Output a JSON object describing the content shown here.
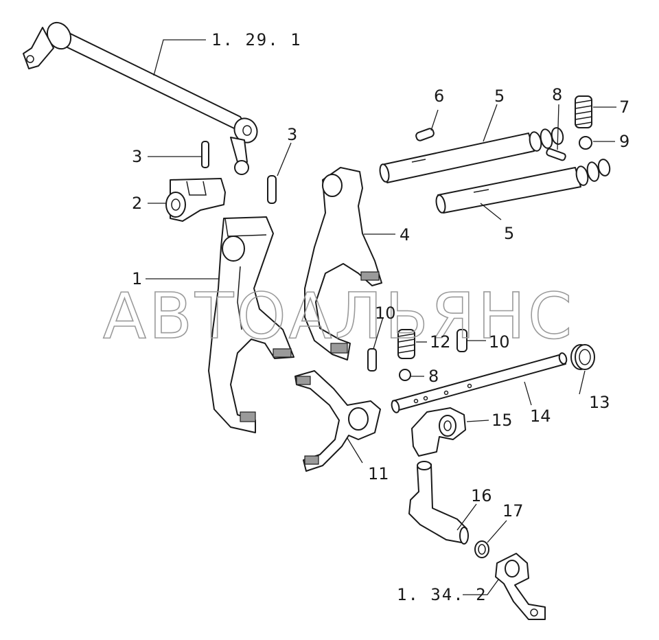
{
  "watermark": "АВТОАЛЬЯНС",
  "callouts": {
    "ref_top": "1. 29. 1",
    "ref_bottom": "1. 34. 2",
    "p1": "1",
    "p2": "2",
    "p3a": "3",
    "p3b": "3",
    "p4": "4",
    "p5a": "5",
    "p5b": "5",
    "p6": "6",
    "p7": "7",
    "p8a": "8",
    "p8b": "8",
    "p9": "9",
    "p10a": "10",
    "p10b": "10",
    "p11": "11",
    "p12": "12",
    "p13": "13",
    "p14": "14",
    "p15": "15",
    "p16": "16",
    "p17": "17"
  }
}
